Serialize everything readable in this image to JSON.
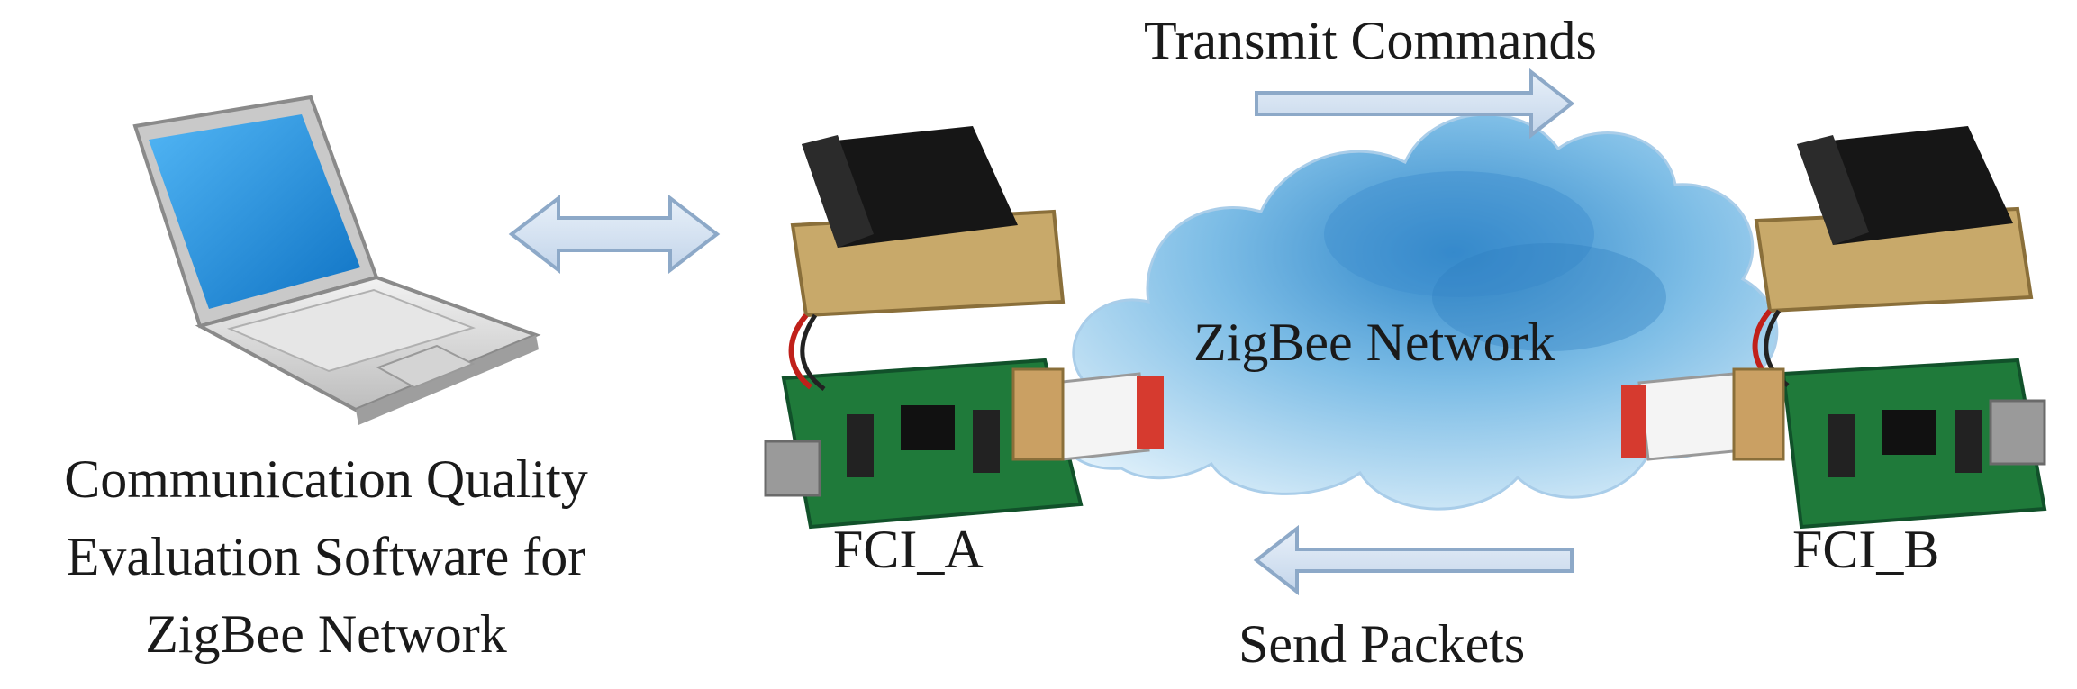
{
  "labels": {
    "transmit_commands": "Transmit Commands",
    "zigbee_network": "ZigBee Network",
    "send_packets": "Send Packets",
    "fci_a": "FCI_A",
    "fci_b": "FCI_B",
    "software_line1": "Communication Quality",
    "software_line2": "Evaluation Software for",
    "software_line3": "ZigBee Network"
  },
  "colors": {
    "arrow_fill": "#d6e4f3",
    "arrow_stroke": "#8da9c8",
    "cloud_light": "#d7ecf9",
    "cloud_dark": "#4f9ed4",
    "screen": "#1b8fe0",
    "pcb_green": "#1f7a3a",
    "pcb_tan": "#c8a96a",
    "battery_black": "#161616"
  },
  "icons": {
    "laptop": "laptop-icon",
    "device_a": "circuit-board-icon",
    "device_b": "circuit-board-icon",
    "network": "cloud-icon"
  }
}
